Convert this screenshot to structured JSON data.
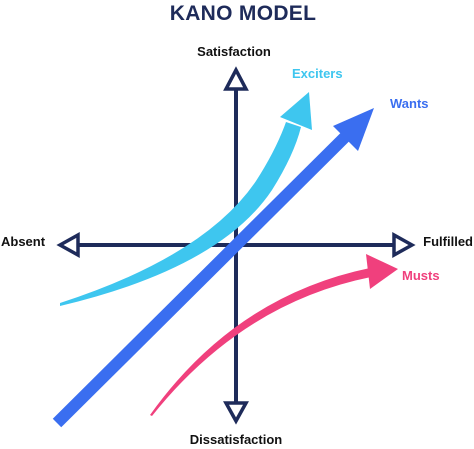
{
  "title": "KANO MODEL",
  "axes": {
    "top": "Satisfaction",
    "bottom": "Dissatisfaction",
    "left": "Absent",
    "right": "Fulfilled"
  },
  "curves": {
    "exciters": {
      "label": "Exciters",
      "color": "#3ec6ef"
    },
    "wants": {
      "label": "Wants",
      "color": "#3a6ef0"
    },
    "musts": {
      "label": "Musts",
      "color": "#f0407d"
    }
  },
  "colors": {
    "title": "#1e2b5a",
    "axis": "#1e2b5a",
    "text": "#111111"
  }
}
